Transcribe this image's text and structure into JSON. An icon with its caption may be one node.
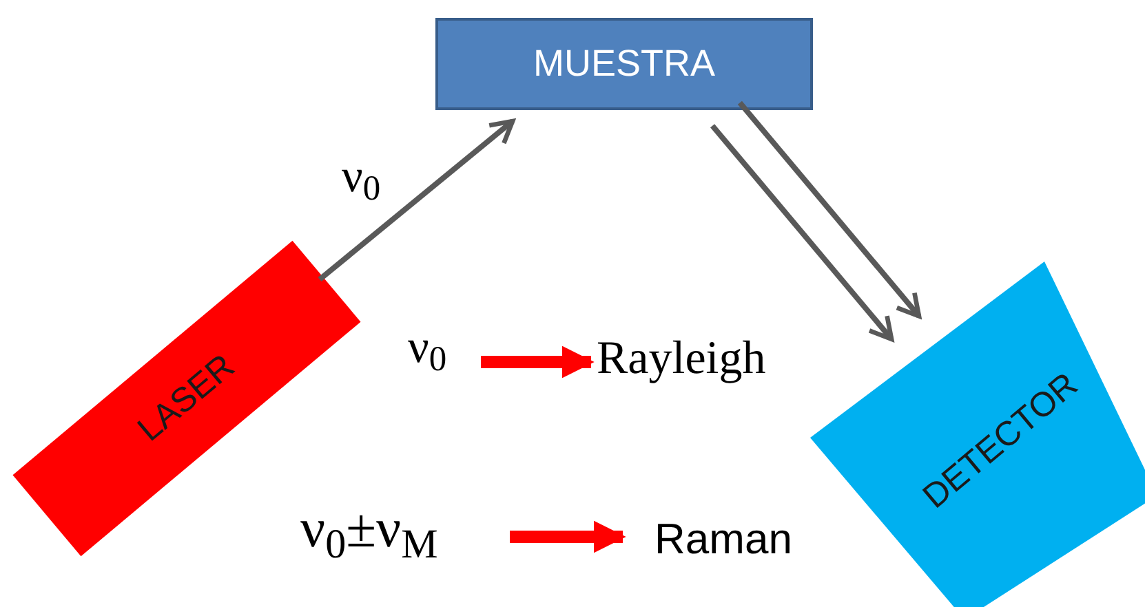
{
  "diagram": {
    "nodes": [
      {
        "text": [
          "MUESTRA"
        ]
      },
      {
        "text": [
          "LASER"
        ]
      },
      {
        "text": [
          "DETECTOR"
        ]
      },
      {
        "text": [
          "ν$_{0}$"
        ]
      },
      {
        "text": [
          "Rayleigh"
        ]
      },
      {
        "text": [
          "ν$_{0}$±ν$_{M}$"
        ]
      },
      {
        "text": [
          "Raman"
        ]
      }
    ],
    "edges": [
      {
        "from": 1,
        "to": 0,
        "arrow": "to",
        "label": "ν$_{0}$"
      },
      {
        "from": 0,
        "to": 2,
        "arrow": "to"
      },
      {
        "from": 0,
        "to": 2,
        "arrow": "to"
      },
      {
        "from": 3,
        "to": 4,
        "arrow": "to",
        "style": "thick",
        "color": "#ff0000"
      },
      {
        "from": 5,
        "to": 6,
        "arrow": "to",
        "style": "thick",
        "color": "#ff0000"
      }
    ]
  }
}
